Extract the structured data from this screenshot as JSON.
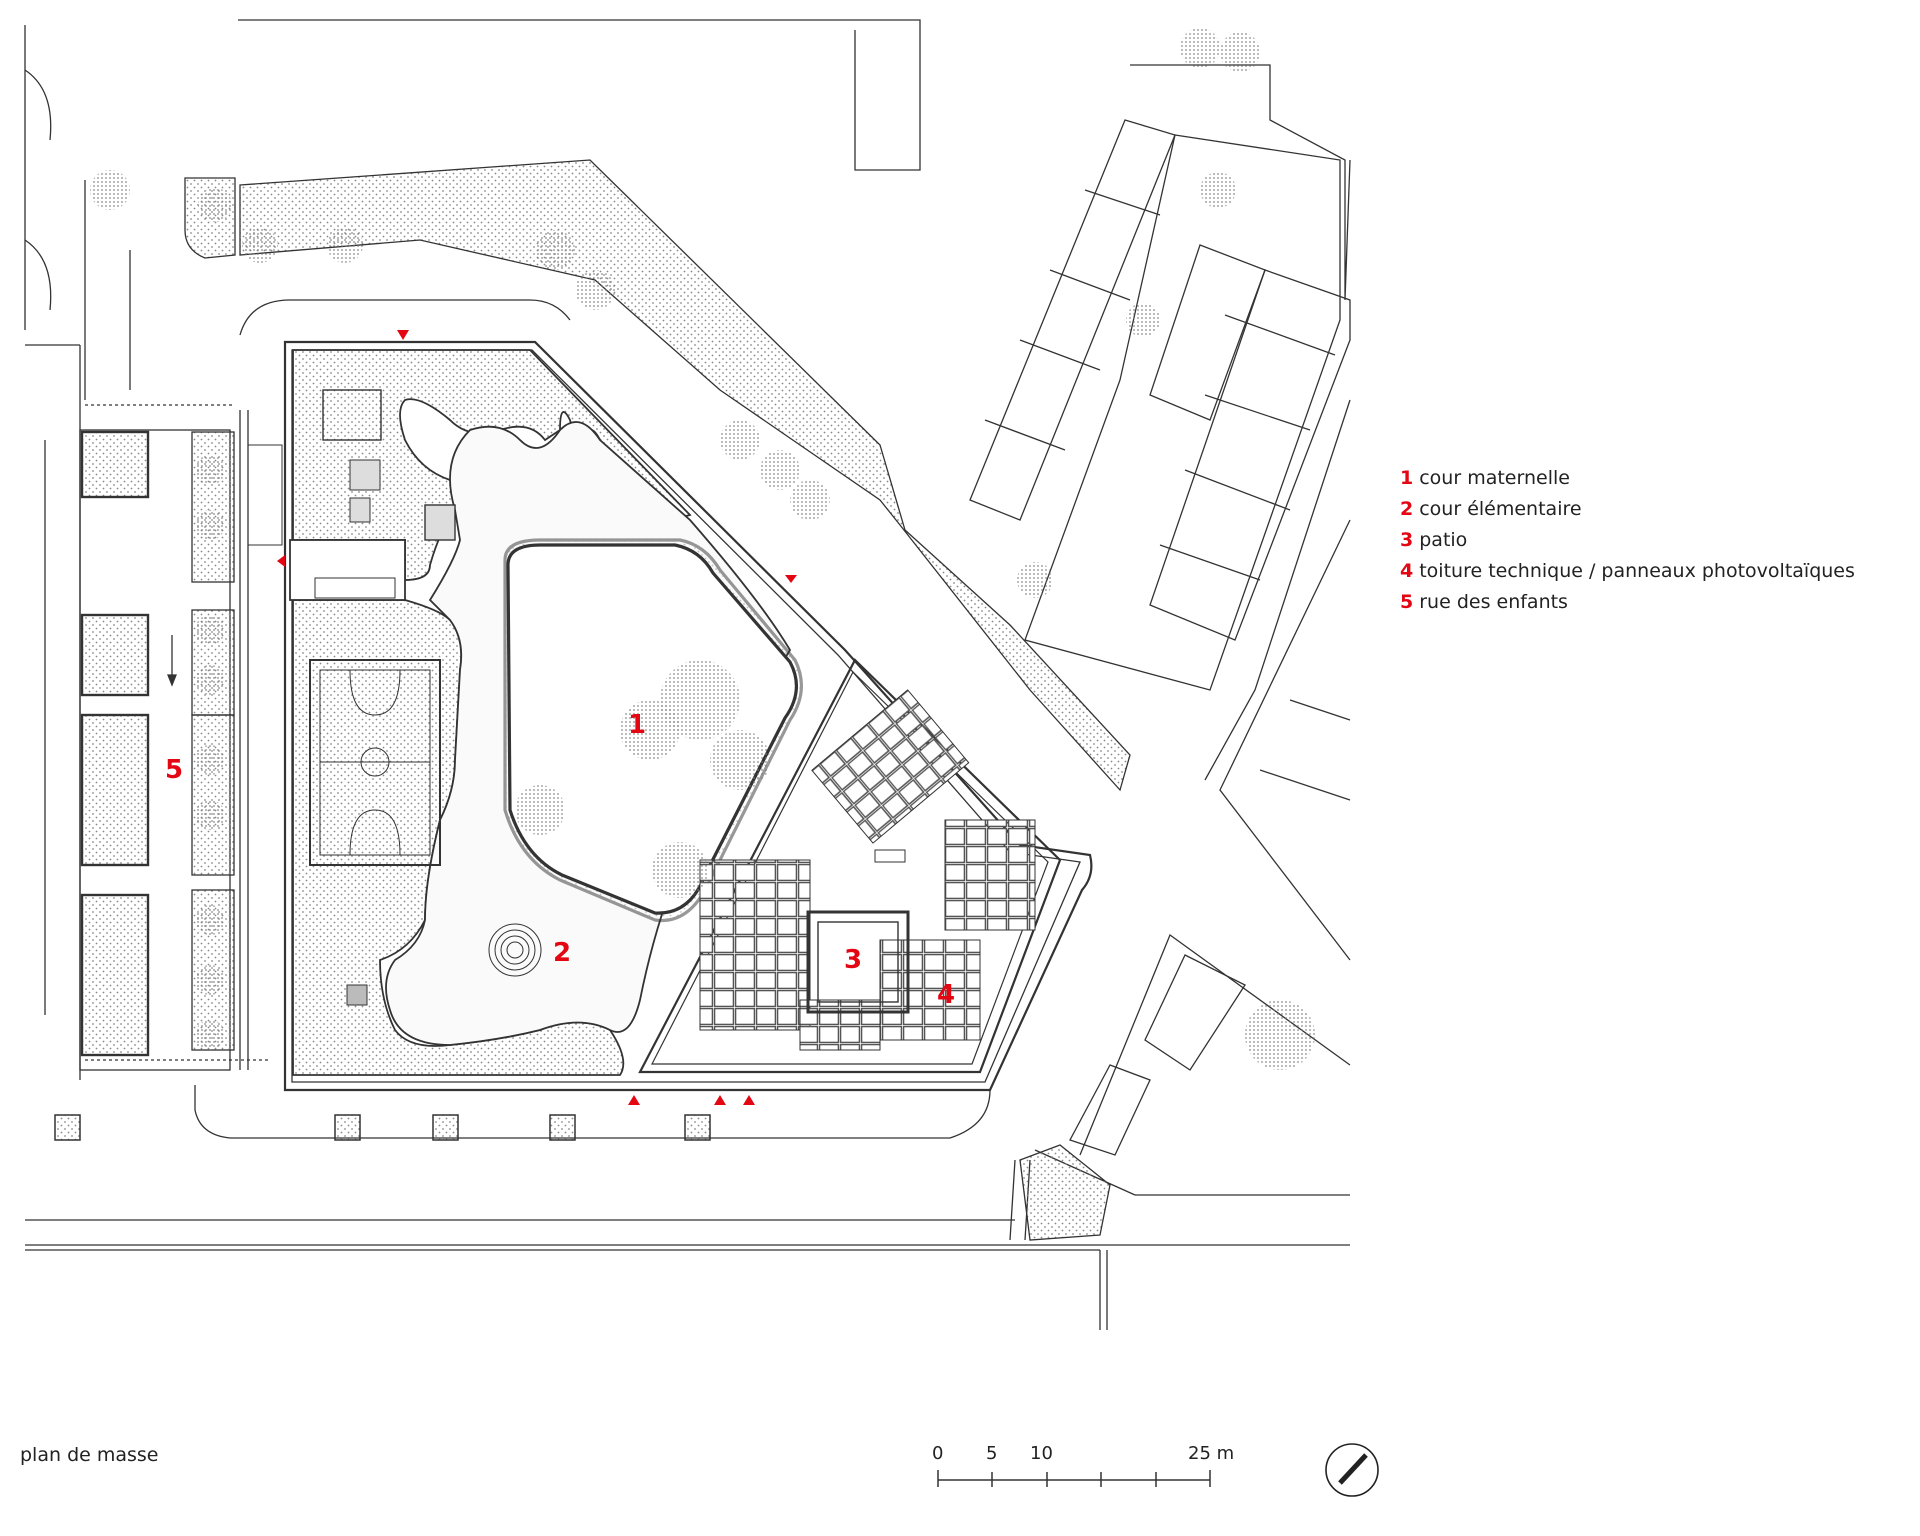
{
  "legend": {
    "items": [
      {
        "num": "1",
        "label": "cour maternelle"
      },
      {
        "num": "2",
        "label": "cour élémentaire"
      },
      {
        "num": "3",
        "label": "patio"
      },
      {
        "num": "4",
        "label": "toiture technique / panneaux photovoltaïques"
      },
      {
        "num": "5",
        "label": "rue des enfants"
      }
    ]
  },
  "caption": "plan de masse",
  "scale": {
    "labels": [
      "0",
      "5",
      "10",
      "25 m"
    ],
    "values_m": [
      0,
      5,
      10,
      25
    ]
  },
  "zones": [
    "1",
    "2",
    "3",
    "4",
    "5"
  ],
  "colors": {
    "accent": "#e30613",
    "line": "#333333",
    "hatch": "#9a9a9a",
    "panel": "#555555"
  },
  "icons": {
    "north": "north-arrow-icon",
    "entrance": "entrance-triangle-icon"
  }
}
